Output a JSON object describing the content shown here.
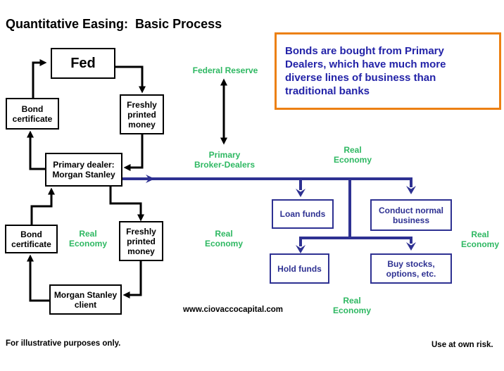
{
  "page": {
    "title": "Quantitative Easing:  Basic Process"
  },
  "callout": {
    "text": "Bonds are bought from Primary\nDealers, which have much more\ndiverse lines of business than\ntraditional banks"
  },
  "flow_boxes": {
    "fed": {
      "label": "Fed"
    },
    "bond_certificate_top": {
      "label": "Bond\ncertificate"
    },
    "freshly_printed_money_top": {
      "label": "Freshly\nprinted\nmoney"
    },
    "primary_dealer": {
      "label": "Primary dealer:\nMorgan Stanley"
    },
    "bond_certificate_bottom": {
      "label": "Bond\ncertificate"
    },
    "freshly_printed_money_bottom": {
      "label": "Freshly\nprinted\nmoney"
    },
    "morgan_stanley_client": {
      "label": "Morgan Stanley\nclient"
    },
    "loan_funds": {
      "label": "Loan funds"
    },
    "conduct_normal_business": {
      "label": "Conduct normal\nbusiness"
    },
    "hold_funds": {
      "label": "Hold funds"
    },
    "buy_stocks": {
      "label": "Buy stocks,\noptions, etc."
    }
  },
  "green_labels": {
    "federal_reserve": "Federal Reserve",
    "primary_broker_dealers": "Primary\nBroker-Dealers",
    "real_economy_top_right": "Real\nEconomy",
    "real_economy_left": "Real\nEconomy",
    "real_economy_middle": "Real\nEconomy",
    "real_economy_right": "Real\nEconomy",
    "real_economy_bottom": "Real\nEconomy"
  },
  "footer": {
    "website": "www.ciovaccocapital.com",
    "left": "For illustrative purposes only.",
    "right": "Use at own risk."
  },
  "colors": {
    "green_label": "#2eb862",
    "navy_flow": "#2e3192",
    "orange_border": "#ec8013",
    "callout_text": "#2323a8",
    "black_flow": "#000000"
  }
}
